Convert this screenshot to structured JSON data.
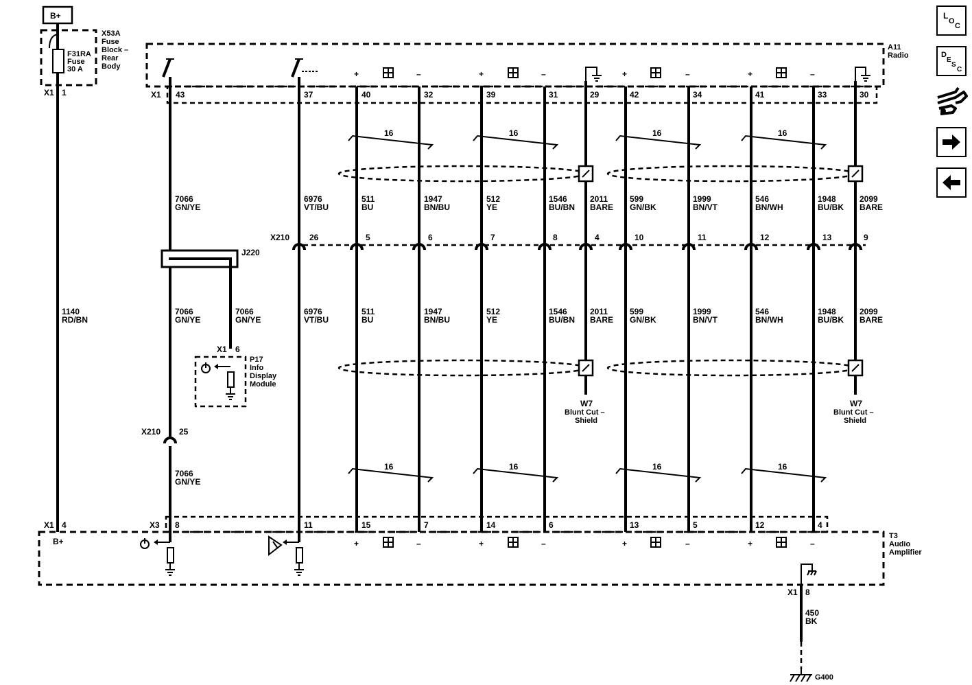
{
  "power": {
    "label": "B+"
  },
  "fuse_block": {
    "ref": "X53A",
    "line1": "Fuse",
    "line2": "Block –",
    "line3": "Rear",
    "line4": "Body",
    "fuse_ref": "F31RA",
    "fuse_word": "Fuse",
    "fuse_rating": "30 A",
    "conn": "X1",
    "pin": "1"
  },
  "radio": {
    "ref": "A11",
    "name": "Radio",
    "conn": "X1",
    "pins": [
      "43",
      "37",
      "40",
      "32",
      "39",
      "31",
      "29",
      "42",
      "34",
      "41",
      "33",
      "30"
    ]
  },
  "inline_conn": {
    "ref": "X210",
    "pins": [
      "26",
      "5",
      "6",
      "7",
      "8",
      "4",
      "10",
      "11",
      "12",
      "13",
      "9"
    ],
    "lower_ref": "X210",
    "lower_pin": "25"
  },
  "wires_upper": [
    {
      "circuit": "7066",
      "color": "GN/YE"
    },
    {
      "circuit": "6976",
      "color": "VT/BU"
    },
    {
      "circuit": "511",
      "color": "BU"
    },
    {
      "circuit": "1947",
      "color": "BN/BU"
    },
    {
      "circuit": "512",
      "color": "YE"
    },
    {
      "circuit": "1546",
      "color": "BU/BN"
    },
    {
      "circuit": "2011",
      "color": "BARE"
    },
    {
      "circuit": "599",
      "color": "GN/BK"
    },
    {
      "circuit": "1999",
      "color": "BN/VT"
    },
    {
      "circuit": "546",
      "color": "BN/WH"
    },
    {
      "circuit": "1948",
      "color": "BU/BK"
    },
    {
      "circuit": "2099",
      "color": "BARE"
    }
  ],
  "wires_lower": [
    {
      "circuit": "1140",
      "color": "RD/BN"
    },
    {
      "circuit": "7066",
      "color": "GN/YE"
    },
    {
      "circuit": "7066",
      "color": "GN/YE"
    },
    {
      "circuit": "6976",
      "color": "VT/BU"
    },
    {
      "circuit": "511",
      "color": "BU"
    },
    {
      "circuit": "1947",
      "color": "BN/BU"
    },
    {
      "circuit": "512",
      "color": "YE"
    },
    {
      "circuit": "1546",
      "color": "BU/BN"
    },
    {
      "circuit": "2011",
      "color": "BARE"
    },
    {
      "circuit": "599",
      "color": "GN/BK"
    },
    {
      "circuit": "1999",
      "color": "BN/VT"
    },
    {
      "circuit": "546",
      "color": "BN/WH"
    },
    {
      "circuit": "1948",
      "color": "BU/BK"
    },
    {
      "circuit": "2099",
      "color": "BARE"
    }
  ],
  "bottom_wire": {
    "circuit": "7066",
    "color": "GN/YE"
  },
  "twist_label": "16",
  "splice": {
    "ref": "J220"
  },
  "info_module": {
    "ref": "P17",
    "line1": "Info",
    "line2": "Display",
    "line3": "Module",
    "conn": "X1",
    "pin": "6"
  },
  "shield": [
    {
      "ref": "W7",
      "line1": "Blunt Cut –",
      "line2": "Shield"
    },
    {
      "ref": "W7",
      "line1": "Blunt Cut –",
      "line2": "Shield"
    }
  ],
  "amplifier": {
    "ref": "T3",
    "line1": "Audio",
    "line2": "Amplifier",
    "conn_left": "X1",
    "pin_left": "4",
    "bplus": "B+",
    "conn": "X3",
    "pins": [
      "8",
      "11",
      "15",
      "7",
      "14",
      "6",
      "13",
      "5",
      "12",
      "4"
    ],
    "ground_conn": "X1",
    "ground_pin": "8"
  },
  "ground_wire": {
    "circuit": "450",
    "color": "BK"
  },
  "ground": {
    "ref": "G400"
  },
  "polarity": {
    "plus": "+",
    "minus": "–"
  },
  "nav": {
    "loc_icon": "loc-icon",
    "desc_icon": "desc-icon",
    "connector_icon": "connector-icon",
    "next_icon": "arrow-right-icon",
    "prev_icon": "arrow-left-icon",
    "loc_L": "L",
    "loc_O": "O",
    "loc_C": "C",
    "desc_D": "D",
    "desc_E": "E",
    "desc_S": "S",
    "desc_C": "C"
  }
}
